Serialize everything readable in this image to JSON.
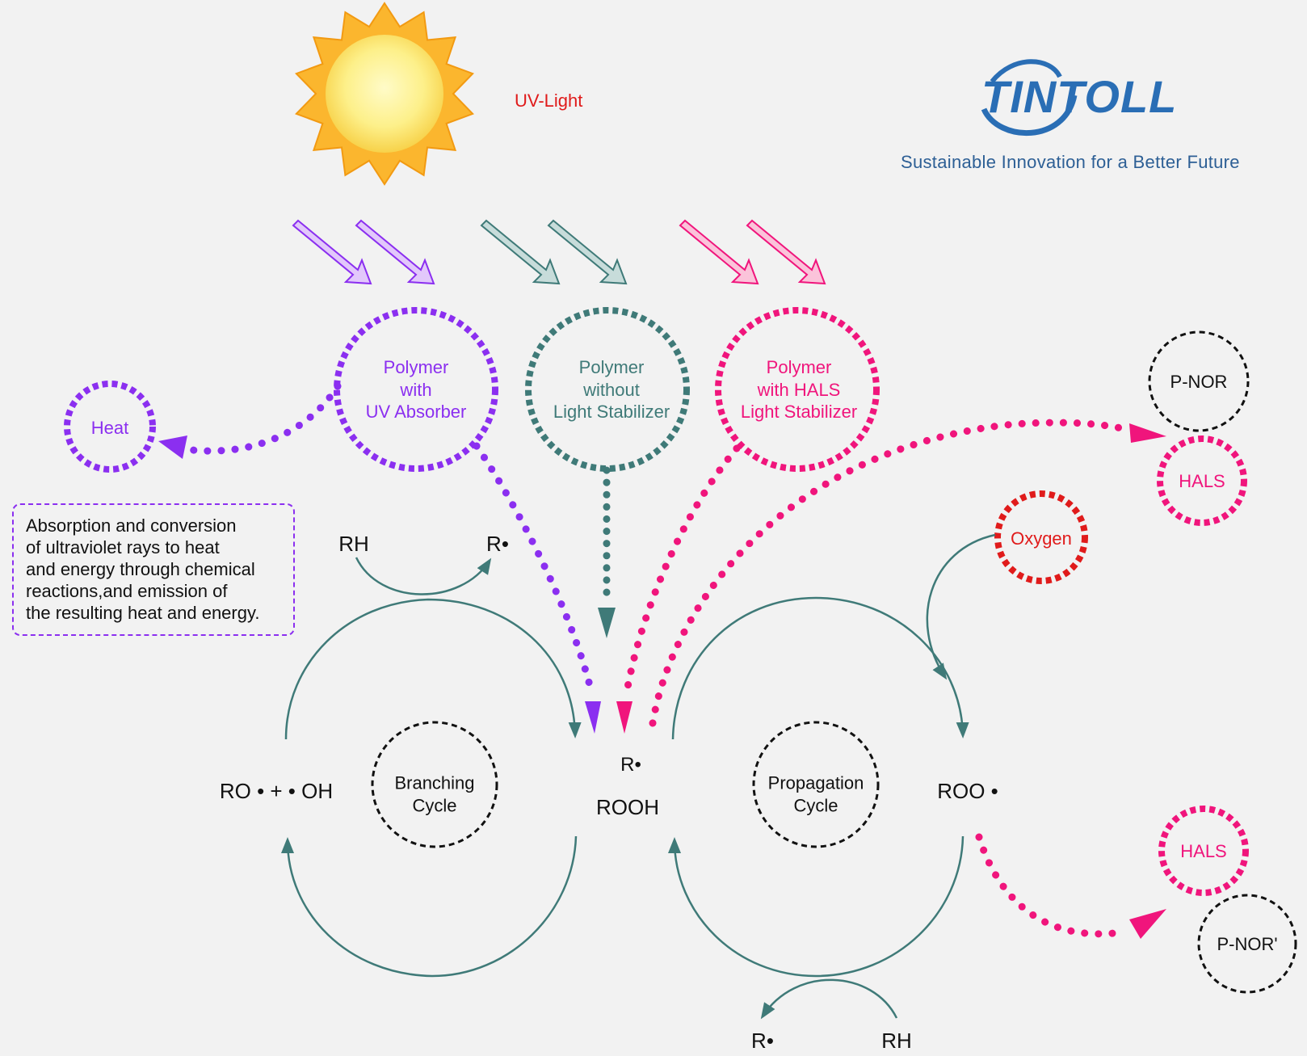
{
  "colors": {
    "purple": "#8b2ff0",
    "teal": "#3f7a78",
    "pink": "#f0157c",
    "red": "#e01b1b",
    "black": "#111111",
    "brand_blue": "#2a6eb5",
    "sun_outer": "#fbb62e",
    "sun_inner": "#fdf08a"
  },
  "icons": {
    "sun": "sun-icon",
    "logo": "tintoll-logo-icon"
  },
  "uv_light": "UV-Light",
  "brand": {
    "logo_text": "TINTOLL",
    "tagline": "Sustainable Innovation for a Better Future"
  },
  "polymers": {
    "uv_absorber": [
      "Polymer",
      "with",
      "UV Absorber"
    ],
    "no_stabilizer": [
      "Polymer",
      "without",
      "Light Stabilizer"
    ],
    "hals": [
      "Polymer",
      "with HALS",
      "Light Stabilizer"
    ]
  },
  "heat": "Heat",
  "note": [
    "Absorption and conversion",
    "of ultraviolet rays to heat",
    "and energy through chemical",
    "reactions,and emission of",
    "the resulting heat and energy."
  ],
  "species": {
    "rh_top": "RH",
    "r_top": "R•",
    "ro_oh": "RO • + • OH",
    "r_center": "R•",
    "rooh": "ROOH",
    "roo": "ROO •",
    "r_bottom": "R•",
    "rh_bottom": "RH"
  },
  "cycles": {
    "branching": [
      "Branching",
      "Cycle"
    ],
    "propagation": [
      "Propagation",
      "Cycle"
    ]
  },
  "right_side": {
    "pnor_top": "P-NOR",
    "hals_top": "HALS",
    "oxygen": "Oxygen",
    "hals_bottom": "HALS",
    "pnor_bottom": "P-NOR'"
  }
}
